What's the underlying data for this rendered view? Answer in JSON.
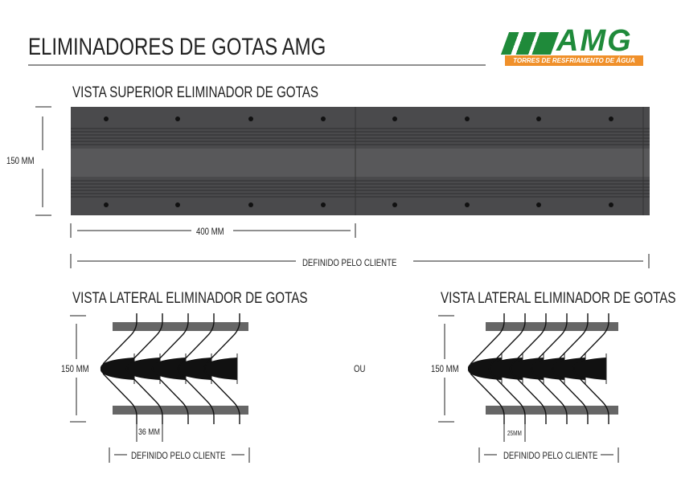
{
  "title": "ELIMINADORES DE GOTAS AMG",
  "logo": {
    "text": "AMG",
    "tagline": "TORRES DE RESFRIAMENTO DE ÁGUA",
    "green": "#1f8a3a",
    "orange": "#f0902a"
  },
  "top_view": {
    "heading": "VISTA SUPERIOR ELIMINADOR DE GOTAS",
    "height_label": "150 MM",
    "segment_label": "400 MM",
    "length_label": "DEFINIDO PELO CLIENTE"
  },
  "side_views": [
    {
      "heading": "VISTA LATERAL ELIMINADOR DE GOTAS",
      "height_label": "150 MM",
      "pitch_label": "36 MM",
      "length_label": "DEFINIDO PELO CLIENTE",
      "blades": 5
    },
    {
      "heading": "VISTA LATERAL ELIMINADOR DE GOTAS",
      "height_label": "150 MM",
      "pitch_label": "25MM",
      "length_label": "DEFINIDO PELO CLIENTE",
      "blades": 6
    }
  ],
  "or_label": "OU"
}
